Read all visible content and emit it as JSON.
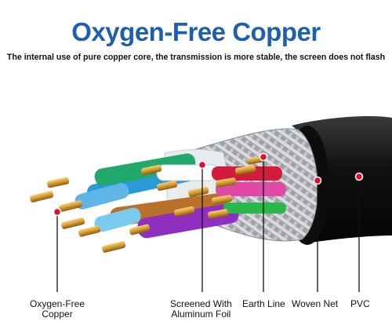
{
  "header": {
    "title": "Oxygen-Free Copper",
    "subtitle": "The internal use of pure copper core, the transmission is more stable, the screen does not flash"
  },
  "callouts": [
    {
      "line1": "Oxygen-Free",
      "line2": "Copper"
    },
    {
      "line1": "Screened With",
      "line2": "Aluminum Foil"
    },
    {
      "line1": "Earth Line",
      "line2": ""
    },
    {
      "line1": "Woven Net",
      "line2": ""
    },
    {
      "line1": "PVC",
      "line2": ""
    }
  ],
  "colors": {
    "title": "#1f5fb0",
    "marker": "#e0102a",
    "jacket": "#111111",
    "braid": "#b9bcc0",
    "copper": "#d8a33a",
    "wire_colors": [
      "#2a9ad8",
      "#22a86a",
      "#8e2fc0",
      "#b8702a",
      "#e04aa6",
      "#2bb84a",
      "#d21c3c"
    ]
  }
}
